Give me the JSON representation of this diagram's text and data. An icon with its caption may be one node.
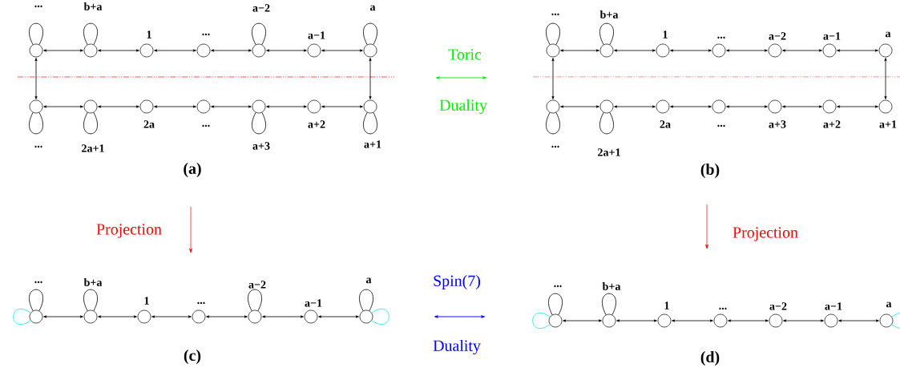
{
  "diagram": {
    "nodes": [
      {
        "text": [],
        "shape": "circle",
        "beside": [
          "..."
        ]
      },
      {
        "text": [],
        "shape": "circle",
        "beside": [
          "b+a"
        ]
      },
      {
        "text": [],
        "shape": "circle",
        "beside": [
          "1"
        ]
      },
      {
        "text": [],
        "shape": "circle",
        "beside": [
          "..."
        ]
      },
      {
        "text": [],
        "shape": "circle",
        "beside": [
          "a−2"
        ]
      },
      {
        "text": [],
        "shape": "circle",
        "beside": [
          "a−1"
        ]
      },
      {
        "text": [],
        "shape": "circle",
        "beside": [
          "a"
        ]
      },
      {
        "text": [],
        "shape": "circle",
        "beside": [
          "..."
        ]
      },
      {
        "text": [],
        "shape": "circle",
        "beside": [
          "2a+1"
        ]
      },
      {
        "text": [],
        "shape": "circle",
        "beside": [
          "2a"
        ]
      },
      {
        "text": [],
        "shape": "circle",
        "beside": [
          "..."
        ]
      },
      {
        "text": [],
        "shape": "circle",
        "beside": [
          "a+3"
        ]
      },
      {
        "text": [],
        "shape": "circle",
        "beside": [
          "a+2"
        ]
      },
      {
        "text": [],
        "shape": "circle",
        "beside": [
          "a+1"
        ]
      },
      {
        "text": [],
        "shape": "circle",
        "beside": [
          "..."
        ]
      },
      {
        "text": [],
        "shape": "circle",
        "beside": [
          "b+a"
        ]
      },
      {
        "text": [],
        "shape": "circle",
        "beside": [
          "1"
        ]
      },
      {
        "text": [],
        "shape": "circle",
        "beside": [
          "..."
        ]
      },
      {
        "text": [],
        "shape": "circle",
        "beside": [
          "a−2"
        ]
      },
      {
        "text": [],
        "shape": "circle",
        "beside": [
          "a−1"
        ]
      },
      {
        "text": [],
        "shape": "circle",
        "beside": [
          "a"
        ]
      },
      {
        "text": [],
        "shape": "circle",
        "beside": [
          "..."
        ]
      },
      {
        "text": [],
        "shape": "circle",
        "beside": [
          "2a+1"
        ]
      },
      {
        "text": [],
        "shape": "circle",
        "beside": [
          "2a"
        ]
      },
      {
        "text": [],
        "shape": "circle",
        "beside": [
          "..."
        ]
      },
      {
        "text": [],
        "shape": "circle",
        "beside": [
          "a+3"
        ]
      },
      {
        "text": [],
        "shape": "circle",
        "beside": [
          "a+2"
        ]
      },
      {
        "text": [],
        "shape": "circle",
        "beside": [
          "a+1"
        ]
      },
      {
        "text": [],
        "shape": "circle",
        "beside": [
          "..."
        ]
      },
      {
        "text": [],
        "shape": "circle",
        "beside": [
          "b+a"
        ]
      },
      {
        "text": [],
        "shape": "circle",
        "beside": [
          "1"
        ]
      },
      {
        "text": [],
        "shape": "circle",
        "beside": [
          "..."
        ]
      },
      {
        "text": [],
        "shape": "circle",
        "beside": [
          "a−2"
        ]
      },
      {
        "text": [],
        "shape": "circle",
        "beside": [
          "a−1"
        ]
      },
      {
        "text": [],
        "shape": "circle",
        "beside": [
          "a"
        ]
      },
      {
        "text": [],
        "shape": "circle",
        "beside": [
          "..."
        ]
      },
      {
        "text": [],
        "shape": "circle",
        "beside": [
          "b+a"
        ]
      },
      {
        "text": [],
        "shape": "circle",
        "beside": [
          "1"
        ]
      },
      {
        "text": [],
        "shape": "circle",
        "beside": [
          "..."
        ]
      },
      {
        "text": [],
        "shape": "circle",
        "beside": [
          "a−2"
        ]
      },
      {
        "text": [],
        "shape": "circle",
        "beside": [
          "a−1"
        ]
      },
      {
        "text": [],
        "shape": "circle",
        "beside": [
          "a"
        ]
      }
    ],
    "edges": [
      {
        "from": 0,
        "to": 1,
        "arrow": "both"
      },
      {
        "from": 1,
        "to": 2,
        "arrow": "both"
      },
      {
        "from": 2,
        "to": 3,
        "arrow": "both"
      },
      {
        "from": 3,
        "to": 4,
        "arrow": "both"
      },
      {
        "from": 4,
        "to": 5,
        "arrow": "both"
      },
      {
        "from": 5,
        "to": 6,
        "arrow": "both"
      },
      {
        "from": 7,
        "to": 8,
        "arrow": "both"
      },
      {
        "from": 8,
        "to": 9,
        "arrow": "both"
      },
      {
        "from": 9,
        "to": 10,
        "arrow": "both"
      },
      {
        "from": 10,
        "to": 11,
        "arrow": "both"
      },
      {
        "from": 11,
        "to": 12,
        "arrow": "both"
      },
      {
        "from": 12,
        "to": 13,
        "arrow": "both"
      },
      {
        "from": 0,
        "to": 7,
        "arrow": "both"
      },
      {
        "from": 6,
        "to": 13,
        "arrow": "both"
      },
      {
        "from": 0,
        "to": 0,
        "arrow": "none"
      },
      {
        "from": 1,
        "to": 1,
        "arrow": "none"
      },
      {
        "from": 4,
        "to": 4,
        "arrow": "none"
      },
      {
        "from": 6,
        "to": 6,
        "arrow": "none"
      },
      {
        "from": 7,
        "to": 7,
        "arrow": "none"
      },
      {
        "from": 8,
        "to": 8,
        "arrow": "none"
      },
      {
        "from": 11,
        "to": 11,
        "arrow": "none"
      },
      {
        "from": 13,
        "to": 13,
        "arrow": "none"
      },
      {
        "from": 14,
        "to": 15,
        "arrow": "both"
      },
      {
        "from": 15,
        "to": 16,
        "arrow": "both"
      },
      {
        "from": 16,
        "to": 17,
        "arrow": "both"
      },
      {
        "from": 17,
        "to": 18,
        "arrow": "both"
      },
      {
        "from": 18,
        "to": 19,
        "arrow": "both"
      },
      {
        "from": 19,
        "to": 20,
        "arrow": "both"
      },
      {
        "from": 21,
        "to": 22,
        "arrow": "both"
      },
      {
        "from": 22,
        "to": 23,
        "arrow": "both"
      },
      {
        "from": 23,
        "to": 24,
        "arrow": "both"
      },
      {
        "from": 24,
        "to": 25,
        "arrow": "both"
      },
      {
        "from": 25,
        "to": 26,
        "arrow": "both"
      },
      {
        "from": 26,
        "to": 27,
        "arrow": "both"
      },
      {
        "from": 14,
        "to": 21,
        "arrow": "both"
      },
      {
        "from": 20,
        "to": 27,
        "arrow": "both"
      },
      {
        "from": 14,
        "to": 14,
        "arrow": "none"
      },
      {
        "from": 15,
        "to": 15,
        "arrow": "none"
      },
      {
        "from": 21,
        "to": 21,
        "arrow": "none"
      },
      {
        "from": 22,
        "to": 22,
        "arrow": "none"
      },
      {
        "from": 28,
        "to": 29,
        "arrow": "both"
      },
      {
        "from": 29,
        "to": 30,
        "arrow": "both"
      },
      {
        "from": 30,
        "to": 31,
        "arrow": "both"
      },
      {
        "from": 31,
        "to": 32,
        "arrow": "both"
      },
      {
        "from": 32,
        "to": 33,
        "arrow": "both"
      },
      {
        "from": 33,
        "to": 34,
        "arrow": "both"
      },
      {
        "from": 28,
        "to": 28,
        "arrow": "none"
      },
      {
        "from": 29,
        "to": 29,
        "arrow": "none"
      },
      {
        "from": 32,
        "to": 32,
        "arrow": "none"
      },
      {
        "from": 34,
        "to": 34,
        "arrow": "none"
      },
      {
        "from": 28,
        "to": 28,
        "arrow": "none",
        "color": "#1ee0f0"
      },
      {
        "from": 34,
        "to": 34,
        "arrow": "none",
        "color": "#1ee0f0"
      },
      {
        "from": 35,
        "to": 36,
        "arrow": "both"
      },
      {
        "from": 36,
        "to": 37,
        "arrow": "both"
      },
      {
        "from": 37,
        "to": 38,
        "arrow": "both"
      },
      {
        "from": 38,
        "to": 39,
        "arrow": "both"
      },
      {
        "from": 39,
        "to": 40,
        "arrow": "both"
      },
      {
        "from": 40,
        "to": 41,
        "arrow": "both"
      },
      {
        "from": 35,
        "to": 35,
        "arrow": "none"
      },
      {
        "from": 36,
        "to": 36,
        "arrow": "none"
      },
      {
        "from": 35,
        "to": 35,
        "arrow": "none",
        "color": "#1ee0f0"
      },
      {
        "from": 41,
        "to": 41,
        "arrow": "none",
        "color": "#1ee0f0"
      }
    ],
    "labels": [
      "Toric",
      "Duality",
      "(a)",
      "(b)",
      "Projection",
      "Projection",
      "Spin(7)",
      "(c)",
      "Duality",
      "(d)"
    ]
  }
}
